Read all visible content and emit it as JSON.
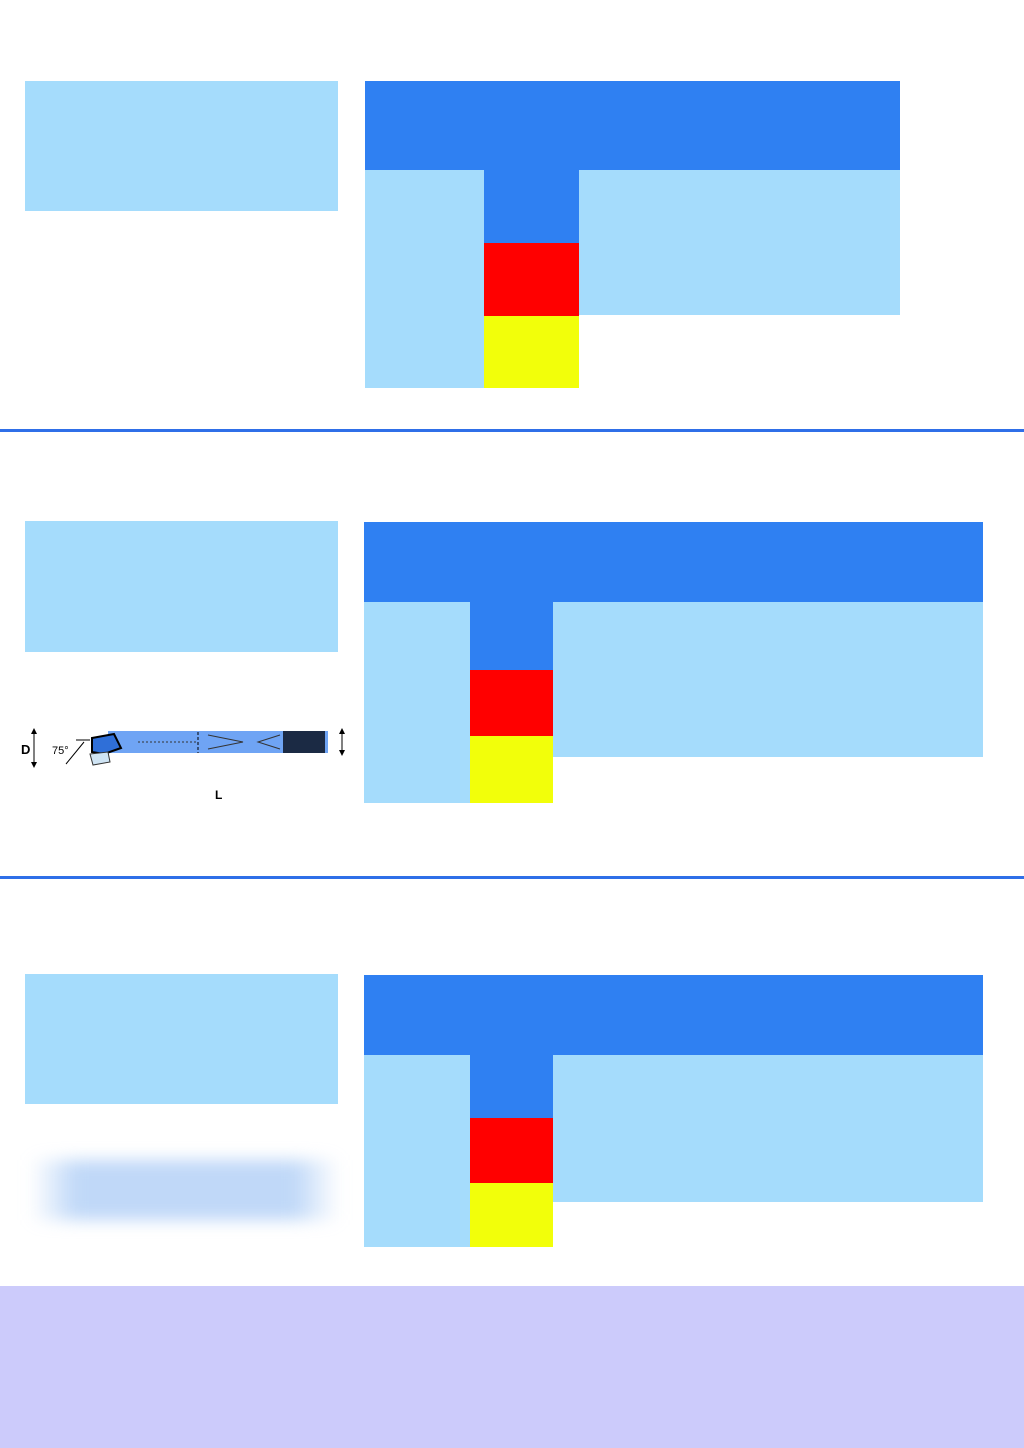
{
  "colors": {
    "light": "#a5dcfc",
    "dark": "#2f80f2",
    "red": "#ff0000",
    "yellow": "#f2ff0a",
    "divider": "#2f6fe8",
    "footer": "#cccbfb"
  },
  "tool": {
    "diameter_label": "D",
    "angle_label": "75°",
    "length_label": "L"
  }
}
